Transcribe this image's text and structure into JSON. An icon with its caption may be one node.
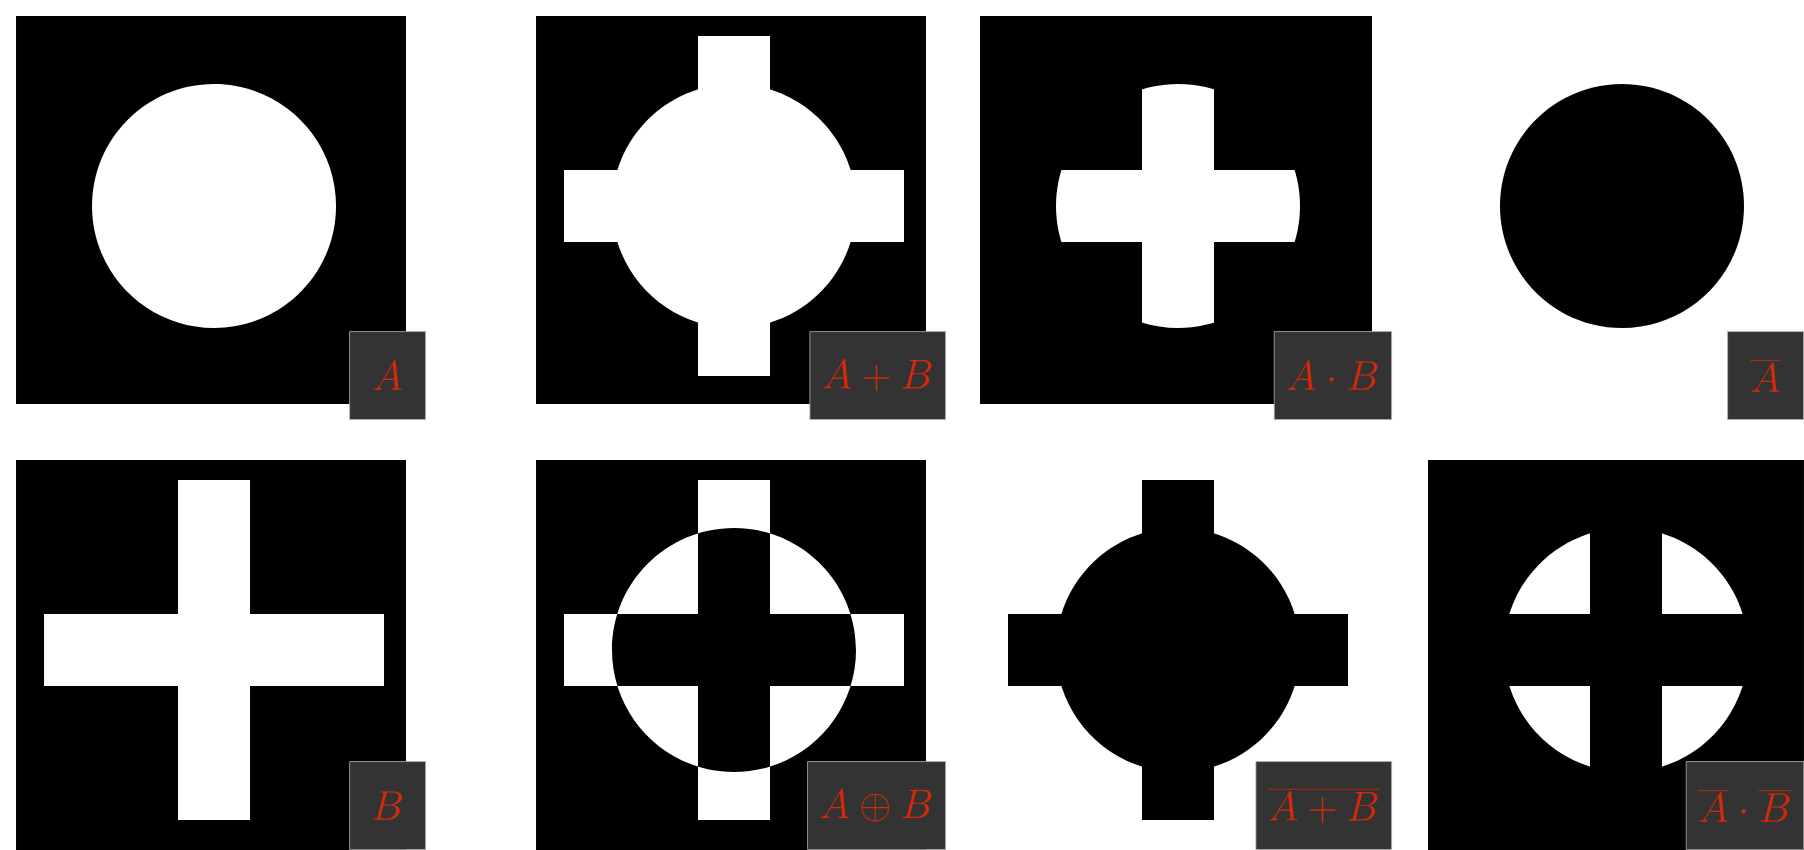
{
  "diagram": {
    "labels": [
      "A",
      "A+B",
      "A\\cdot B",
      "\\overline{A}",
      "B",
      "A\\oplus B",
      "\\overline{A+B}",
      "\\overline{A}\\cdot\\overline{B}"
    ]
  }
}
